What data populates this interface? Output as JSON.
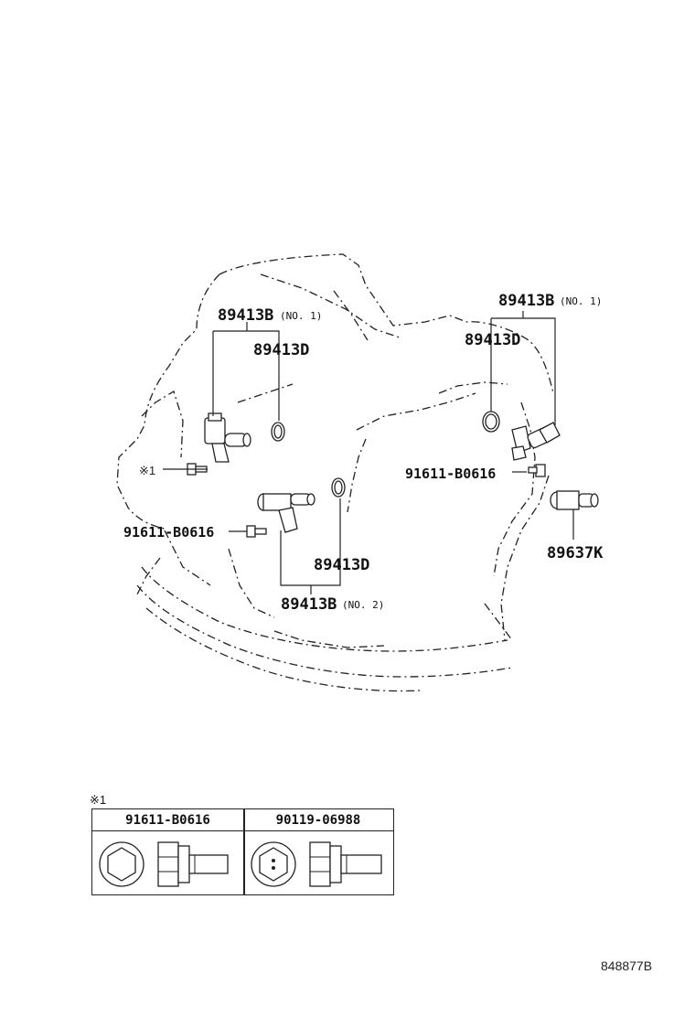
{
  "callouts": {
    "cam_sensor_left": "89413B",
    "cam_sensor_left_note": "(NO. 1)",
    "oring_left": "89413D",
    "cam_sensor_right": "89413B",
    "cam_sensor_right_note": "(NO. 1)",
    "oring_right": "89413D",
    "bolt_right": "91611-B0616",
    "bolt_left": "91611-B0616",
    "mark_left": "※1",
    "oring_bottom": "89413D",
    "crank_sensor": "89413B",
    "crank_sensor_note": "(NO. 2)",
    "switch_sensor": "89637K"
  },
  "table": {
    "note_mark": "※1",
    "col1_header": "91611-B0616",
    "col2_header": "90119-06988"
  },
  "figure_ref": "848877B"
}
